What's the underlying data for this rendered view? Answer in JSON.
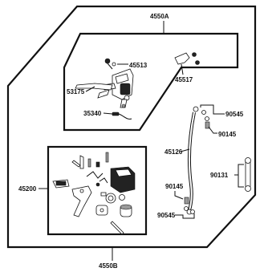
{
  "labels": {
    "assembly_top": "4550A",
    "assembly_bottom": "4550B",
    "screw_45513": "45513",
    "lever_53175": "53175",
    "bracket_45517": "45517",
    "switch_35340": "35340",
    "washer_90545_top": "90545",
    "bolt_90145_top": "90145",
    "hose_45126": "45126",
    "pad_kit_45200": "45200",
    "bleeder_90131": "90131",
    "bolt_90145_bottom": "90145",
    "washer_90545_bottom": "90545"
  }
}
